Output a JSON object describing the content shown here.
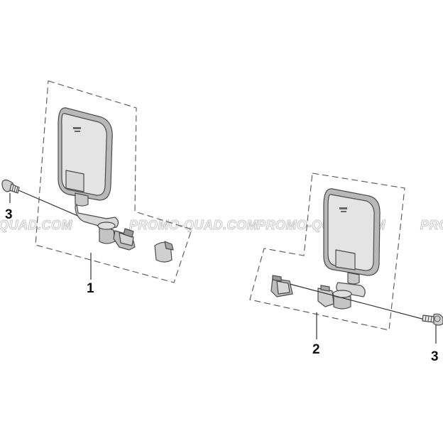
{
  "watermark": {
    "left_fragment": "QUAD.COM",
    "center_text": "PROMO-QUAD.COM",
    "right_text": "PROMO-QUAD.COM",
    "edge_fragment": "PRO"
  },
  "callouts": {
    "left_assembly": "1",
    "right_assembly": "2",
    "left_bolt": "3",
    "right_bolt": "3"
  },
  "colors": {
    "line": "#4a4a4a",
    "mirror_body": "#b5b5b5",
    "mirror_face": "#e3e3e3",
    "watermark": "#c4c4c4"
  },
  "parts": {
    "mirror_assembly_left": "mirror-icon",
    "mirror_assembly_right": "mirror-icon",
    "bolt": "bolt-icon",
    "clamp": "clamp-icon"
  }
}
